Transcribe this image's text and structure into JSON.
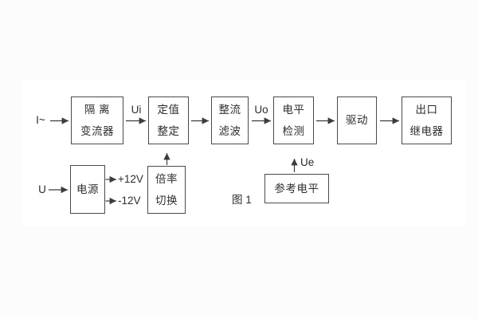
{
  "diagram": {
    "caption": "图 1",
    "blocks": [
      {
        "name": "isolation-transformer",
        "lines": [
          "隔 离",
          "变流器"
        ]
      },
      {
        "name": "value-setting",
        "lines": [
          "定值",
          "整定"
        ]
      },
      {
        "name": "rectifier-filter",
        "lines": [
          "整流",
          "滤波"
        ]
      },
      {
        "name": "level-detection",
        "lines": [
          "电平",
          "检测"
        ]
      },
      {
        "name": "drive",
        "lines": [
          "驱动"
        ]
      },
      {
        "name": "output-relay",
        "lines": [
          "出口",
          "继电器"
        ]
      },
      {
        "name": "power-supply",
        "lines": [
          "电源"
        ]
      },
      {
        "name": "ratio-switch",
        "lines": [
          "倍率",
          "切换"
        ]
      },
      {
        "name": "reference-level",
        "lines": [
          "参考电平"
        ]
      }
    ],
    "signals": {
      "input_current": "I~",
      "ui": "Ui",
      "uo": "Uo",
      "ue": "Ue",
      "input_voltage": "U",
      "rail_positive": "+12V",
      "rail_negative": "-12V"
    },
    "colors": {
      "line": "#3c3c3c",
      "text": "#2d2d2d",
      "background": "#fcfcfc",
      "card": "#ffffff"
    }
  }
}
